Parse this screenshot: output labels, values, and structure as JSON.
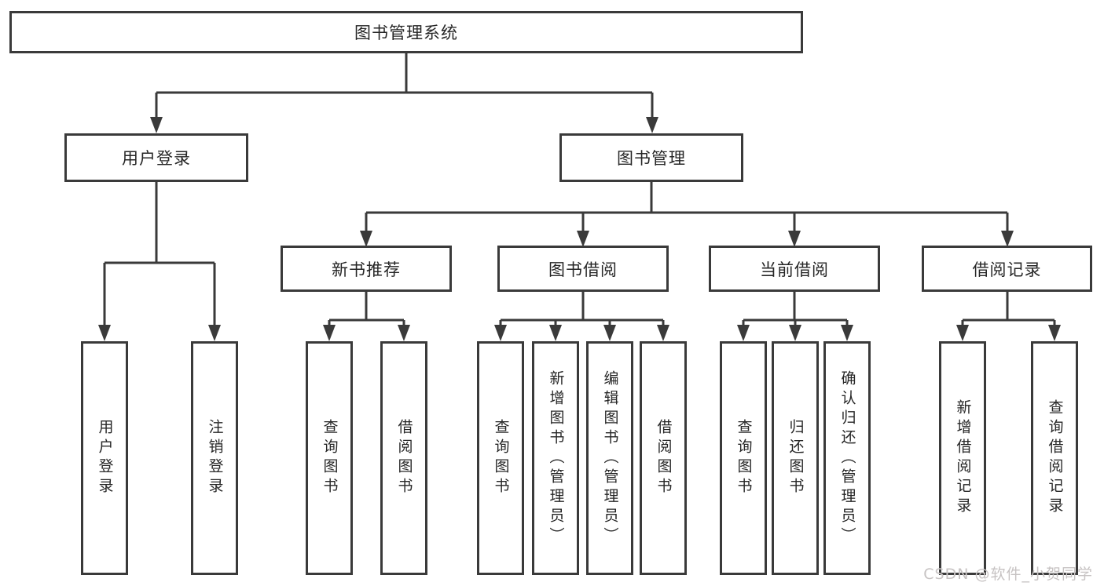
{
  "diagram": {
    "root": {
      "label": "图书管理系统"
    },
    "level2": [
      {
        "label": "用户登录"
      },
      {
        "label": "图书管理"
      }
    ],
    "level3": [
      {
        "label": "新书推荐"
      },
      {
        "label": "图书借阅"
      },
      {
        "label": "当前借阅"
      },
      {
        "label": "借阅记录"
      }
    ],
    "leaves": [
      {
        "label": "用户登录"
      },
      {
        "label": "注销登录"
      },
      {
        "label": "查询图书"
      },
      {
        "label": "借阅图书"
      },
      {
        "label": "查询图书"
      },
      {
        "label": "新增图书（管理员）"
      },
      {
        "label": "编辑图书（管理员）"
      },
      {
        "label": "借阅图书"
      },
      {
        "label": "查询图书"
      },
      {
        "label": "归还图书"
      },
      {
        "label": "确认归还（管理员）"
      },
      {
        "label": "新增借阅记录"
      },
      {
        "label": "查询借阅记录"
      }
    ]
  },
  "watermark": "CSDN @软件_小贺同学",
  "colors": {
    "line": "#3a3a3a",
    "box_border": "#3a3a3a",
    "text": "#262626",
    "background": "#ffffff",
    "watermark": "#c7c3c3"
  }
}
